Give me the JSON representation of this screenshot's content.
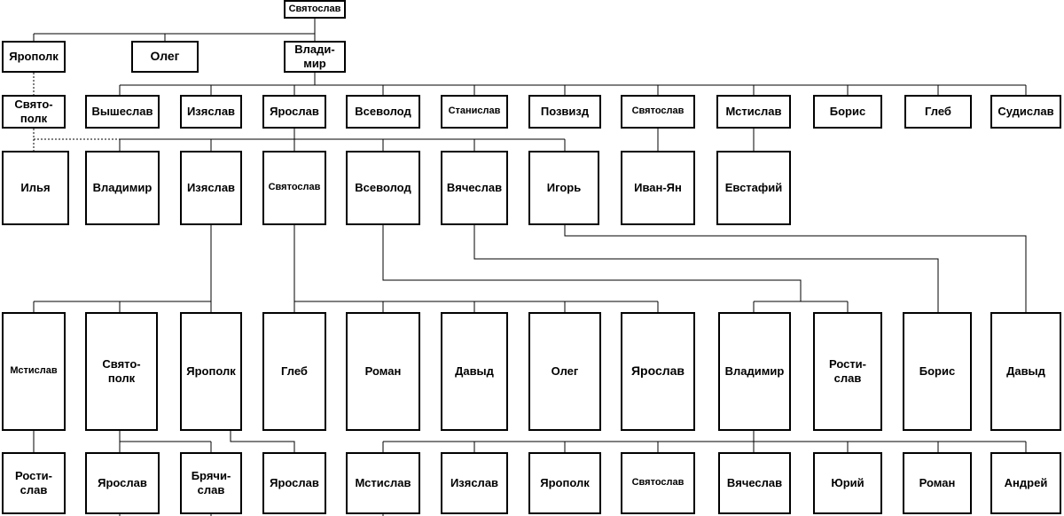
{
  "nodes": {
    "svyatoslav_root": "Святослав",
    "yaropolk_1": "Ярополк",
    "oleg_1": "Олег",
    "vladimir_1": "Влади-\nмир",
    "svyatopolk_2": "Свято-\nполк",
    "vysheslav": "Вышеслав",
    "izyaslav_2": "Изяслав",
    "yaroslav_2": "Ярослав",
    "vsevolod_2": "Всеволод",
    "stanislav": "Станислав",
    "pozvizd": "Позвизд",
    "svyatoslav_2": "Святослав",
    "mstislav_2": "Мстислав",
    "boris_2": "Борис",
    "gleb_2": "Глеб",
    "sudislav": "Судислав",
    "ilya": "Илья",
    "vladimir_3": "Владимир",
    "izyaslav_3": "Изяслав",
    "svyatoslav_3": "Святослав",
    "vsevolod_3": "Всеволод",
    "vyacheslav_3": "Вячеслав",
    "igor_3": "Игорь",
    "ivan_yan": "Иван-Ян",
    "evstafiy": "Евстафий",
    "mstislav_4": "Мстислав",
    "svyatopolk_4": "Свято-\nполк",
    "yaropolk_4": "Ярополк",
    "gleb_4": "Глеб",
    "roman_4": "Роман",
    "davyd_4": "Давыд",
    "oleg_4": "Олег",
    "yaroslav_4": "Ярослав",
    "vladimir_4": "Владимир",
    "rostislav_4": "Рости-\nслав",
    "boris_4": "Борис",
    "davyd_4b": "Давыд",
    "rostislav_5": "Рости-\nслав",
    "yaroslav_5": "Ярослав",
    "bryachislav_5": "Брячи-\nслав",
    "yaroslav_5b": "Ярослав",
    "mstislav_5": "Мстислав",
    "izyaslav_5": "Изяслав",
    "yaropolk_5": "Ярополк",
    "svyatoslav_5": "Святослав",
    "vyacheslav_5": "Вячеслав",
    "yuriy_5": "Юрий",
    "roman_5": "Роман",
    "andrey_5": "Андрей"
  }
}
